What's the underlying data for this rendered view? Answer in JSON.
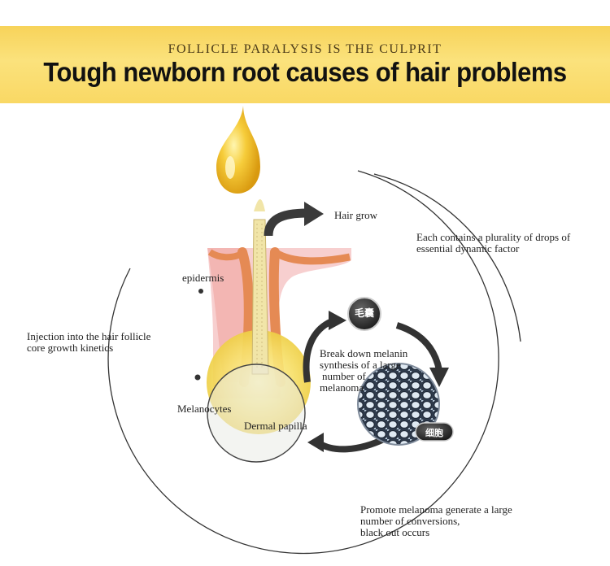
{
  "header": {
    "subtitle": "FOLLICLE PARALYSIS IS THE CULPRIT",
    "title": "Tough newborn root causes of hair problems"
  },
  "labels": {
    "hair_grow": "Hair grow",
    "each_contains_line1": "Each contains a plurality of drops of",
    "each_contains_line2": "essential dynamic factor",
    "epidermis": "epidermis",
    "injection_line1": "Injection into the hair follicle",
    "injection_line2": "core growth kinetics",
    "break_down_line1": "Break down melanin",
    "break_down_line2": "synthesis of a large",
    "break_down_line3": "number of",
    "break_down_line4": "melanoma",
    "melanocytes": "Melanocytes",
    "dermal_papilla": "Dermal papilla",
    "promote_line1": "Promote melanoma generate a large",
    "promote_line2": "number of conversions,",
    "promote_line3": "black out occurs"
  },
  "badges": {
    "hair_follicle": "毛囊",
    "cell": "细胞"
  },
  "colors": {
    "banner": "#f9d864",
    "oil_drop": "#f2b81c",
    "skin_pink": "#f4b7b2",
    "skin_orange": "#e58a54",
    "arrow_dark": "#2b2b2b"
  }
}
